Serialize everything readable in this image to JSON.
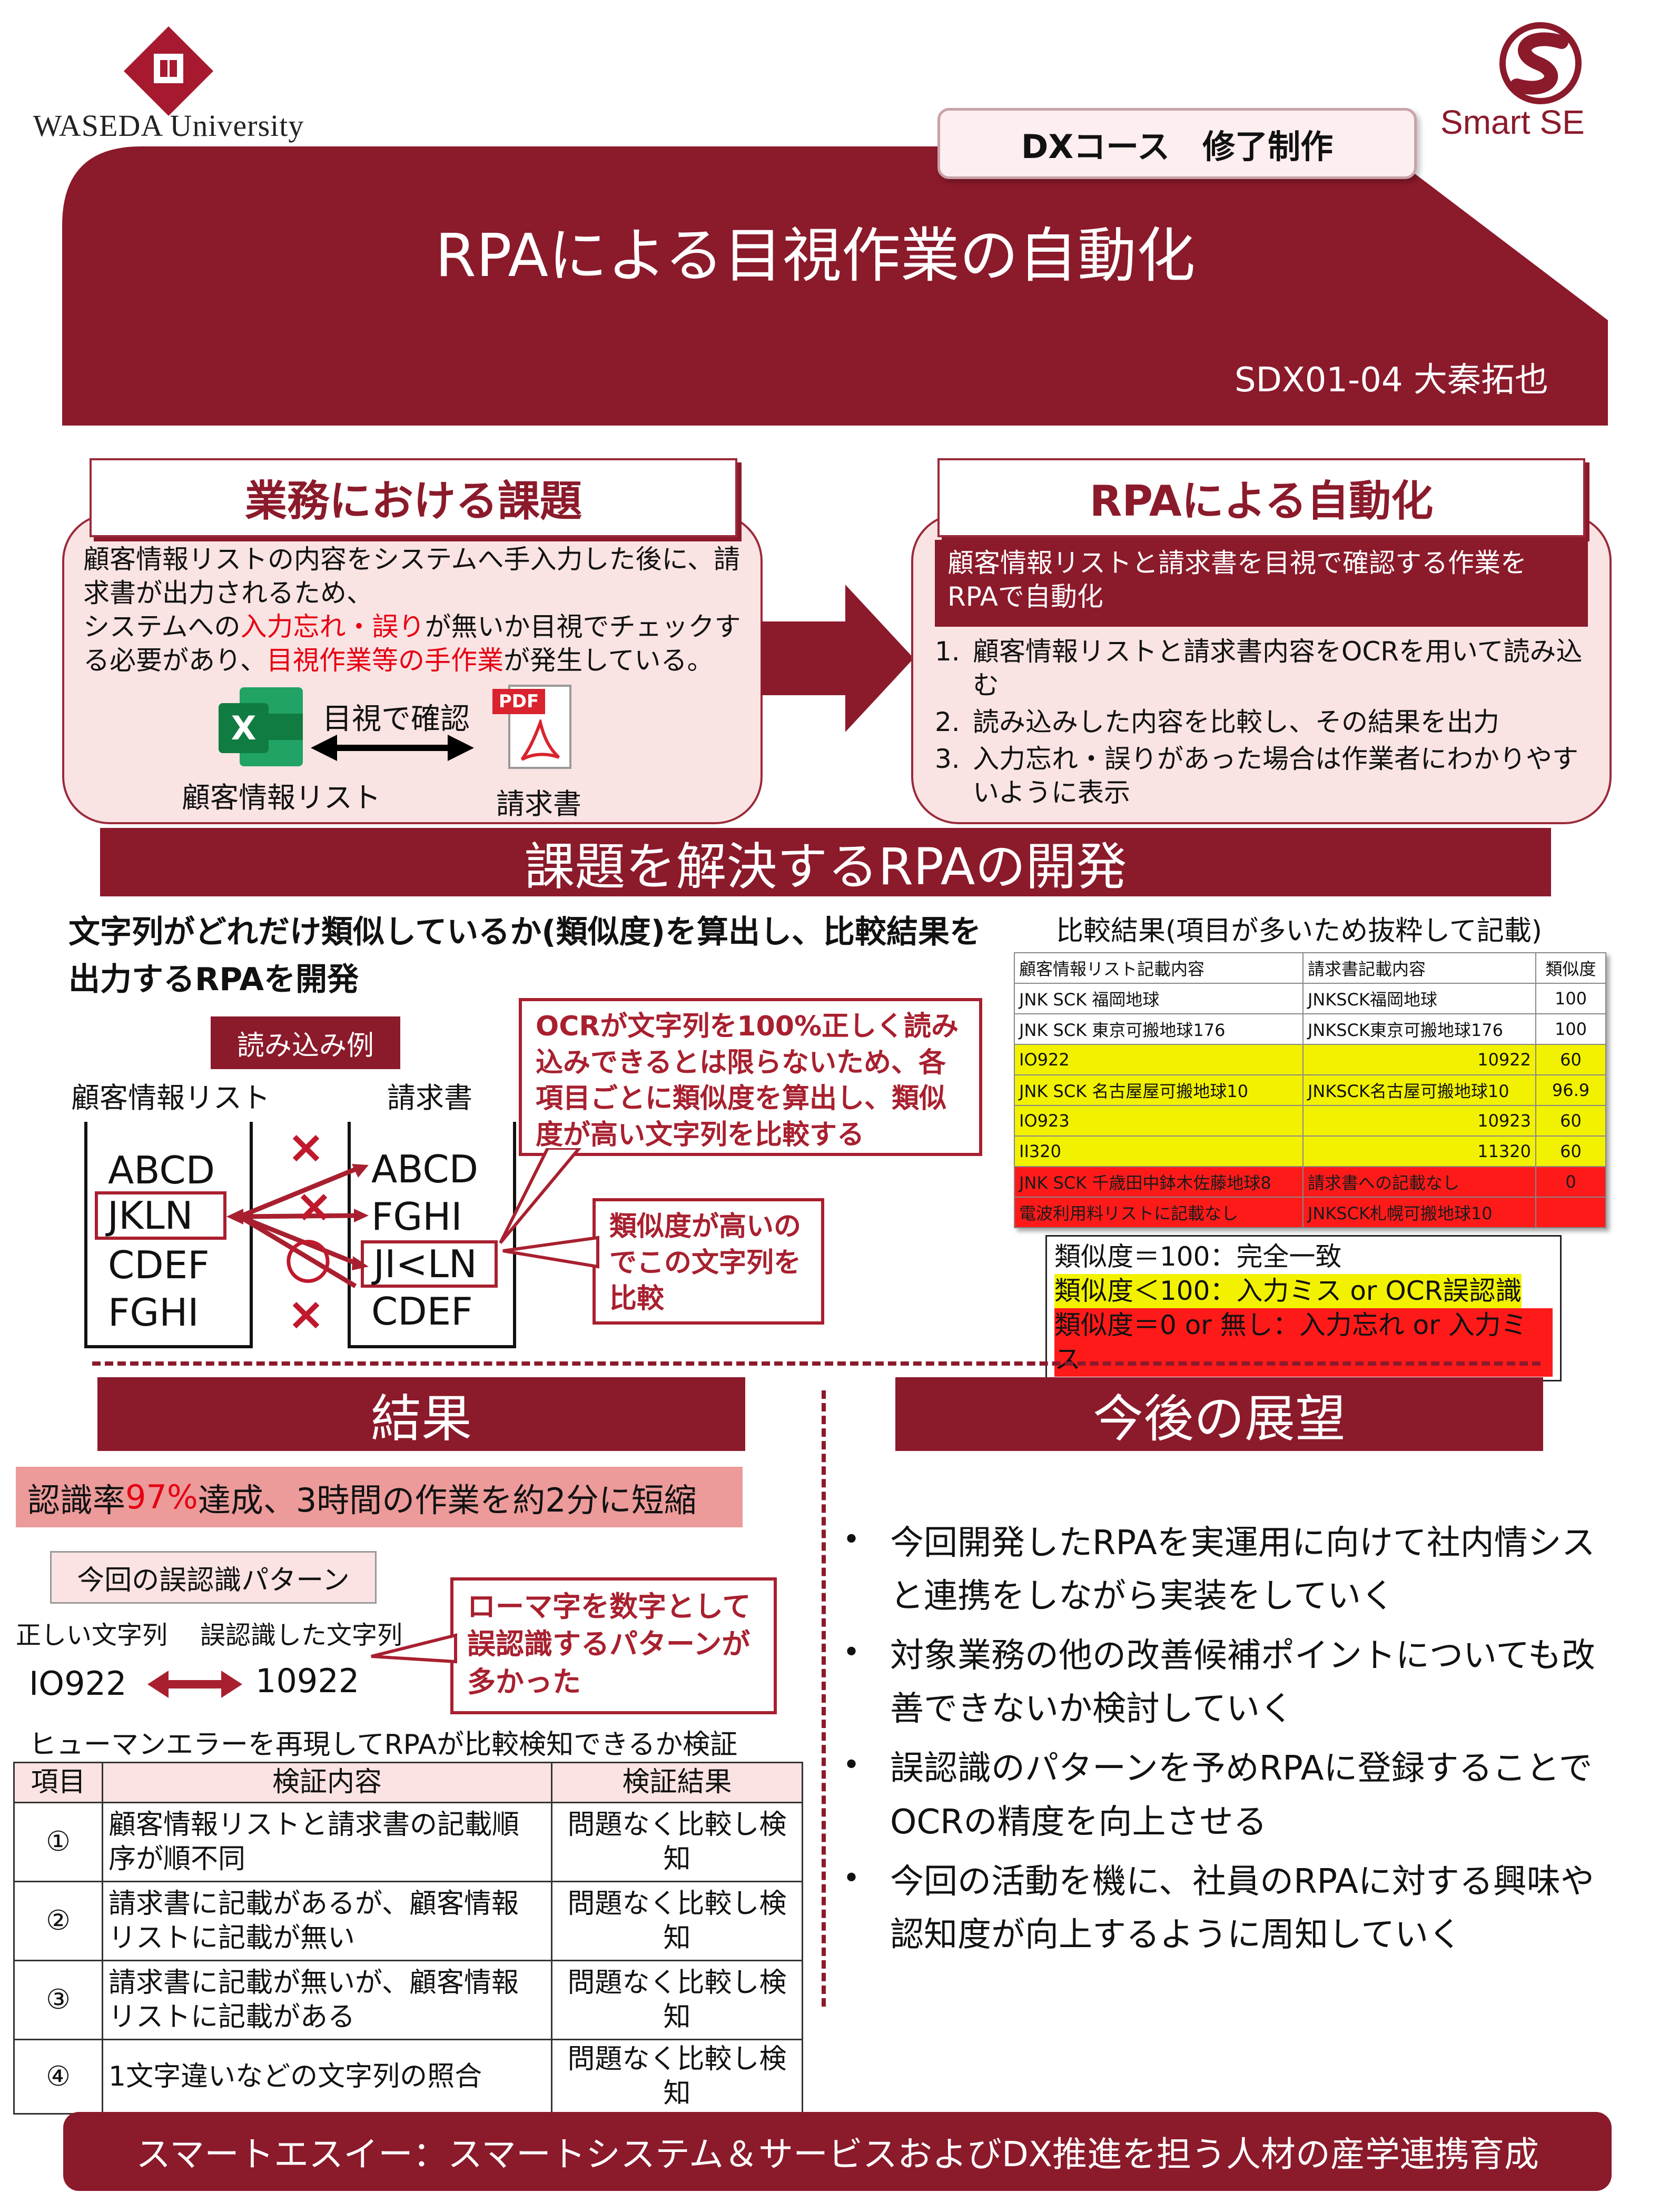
{
  "header": {
    "university": "WASEDA University",
    "brand": "Smart SE",
    "course_tab": "DXコース　修了制作",
    "title": "RPAによる目視作業の自動化",
    "author": "SDX01-04 大秦拓也"
  },
  "problem": {
    "heading": "業務における課題",
    "line1": "顧客情報リストの内容をシステムへ手入力した後に、請求書が出力されるため、",
    "line2_a": "システムへの",
    "line2_red1": "入力忘れ・誤り",
    "line2_b": "が無いか目視でチェックする必要があり、",
    "line2_red2": "目視作業等の手作業",
    "line2_c": "が発生している。",
    "check_label": "目視で確認",
    "excel_label": "顧客情報リスト",
    "pdf_label": "請求書",
    "excel_letter": "X",
    "pdf_tag": "PDF"
  },
  "automation": {
    "heading": "RPAによる自動化",
    "summary": "顧客情報リストと請求書を目視で確認する作業をRPAで自動化",
    "steps": [
      {
        "num": "1.",
        "text": "顧客情報リストと請求書内容をOCRを用いて読み込む"
      },
      {
        "num": "2.",
        "text": "読み込みした内容を比較し、その結果を出力"
      },
      {
        "num": "3.",
        "text": "入力忘れ・誤りがあった場合は作業者にわかりやすいように表示"
      }
    ]
  },
  "development": {
    "heading": "課題を解決するRPAの開発",
    "intro": "文字列がどれだけ類似しているか(類似度)を算出し、比較結果を出力するRPAを開発",
    "example_label": "読み込み例",
    "left_col_title": "顧客情報リスト",
    "right_col_title": "請求書",
    "left_items": [
      "ABCD",
      "JKLN",
      "CDEF",
      "FGHI"
    ],
    "right_items": [
      "ABCD",
      "FGHI",
      "JI<LN",
      "CDEF"
    ],
    "cross": "×",
    "circle": "〇",
    "callout1": "OCRが文字列を100%正しく読み込みできるとは限らないため、各項目ごとに類似度を算出し、類似度が高い文字列を比較する",
    "callout2": "類似度が高いのでこの文字列を比較"
  },
  "comparison": {
    "caption": "比較結果(項目が多いため抜粋して記載)",
    "headers": [
      "顧客情報リスト記載内容",
      "請求書記載内容",
      "類似度"
    ],
    "rows": [
      {
        "a": "JNK SCK 福岡地球",
        "b": "JNKSCK福岡地球",
        "s": "100",
        "color": "white",
        "b_num": false
      },
      {
        "a": "JNK SCK 東京可搬地球176",
        "b": "JNKSCK東京可搬地球176",
        "s": "100",
        "color": "white",
        "b_num": false
      },
      {
        "a": "IO922",
        "b": "10922",
        "s": "60",
        "color": "yellow",
        "b_num": true
      },
      {
        "a": "JNK SCK 名古屋屋可搬地球10",
        "b": "JNKSCK名古屋可搬地球10",
        "s": "96.9",
        "color": "yellow",
        "b_num": false
      },
      {
        "a": "IO923",
        "b": "10923",
        "s": "60",
        "color": "yellow",
        "b_num": true
      },
      {
        "a": "II320",
        "b": "11320",
        "s": "60",
        "color": "yellow",
        "b_num": true
      },
      {
        "a": "JNK SCK 千歳田中鉢木佐藤地球8",
        "b": "請求書への記載なし",
        "s": "0",
        "color": "red",
        "b_num": false
      },
      {
        "a": "電波利用料リストに記載なし",
        "b": "JNKSCK札幌可搬地球10",
        "s": "",
        "color": "red",
        "b_num": false
      }
    ],
    "legend": [
      "類似度＝100：完全一致",
      "類似度＜100：入力ミス or OCR誤認識",
      "類似度＝0 or 無し：入力忘れ or 入力ミス"
    ]
  },
  "result": {
    "heading": "結果",
    "banner_a": "認識率",
    "banner_pct": "97%",
    "banner_b": "達成、3時間の作業を約2分に短縮",
    "pattern_label": "今回の誤認識パターン",
    "correct_label": "正しい文字列",
    "wrong_label": "誤認識した文字列",
    "correct_value": "IO922",
    "wrong_value": "10922",
    "pattern_callout": "ローマ字を数字として誤認識するパターンが多かった",
    "verify_caption": "ヒューマンエラーを再現してRPAが比較検知できるか検証",
    "verify_headers": [
      "項目",
      "検証内容",
      "検証結果"
    ],
    "verify_rows": [
      {
        "no": "①",
        "content": "顧客情報リストと請求書の記載順序が順不同",
        "result": "問題なく比較し検知"
      },
      {
        "no": "②",
        "content": "請求書に記載があるが、顧客情報リストに記載が無い",
        "result": "問題なく比較し検知"
      },
      {
        "no": "③",
        "content": "請求書に記載が無いが、顧客情報リストに記載がある",
        "result": "問題なく比較し検知"
      },
      {
        "no": "④",
        "content": "1文字違いなどの文字列の照合",
        "result": "問題なく比較し検知"
      }
    ]
  },
  "outlook": {
    "heading": "今後の展望",
    "items": [
      "今回開発したRPAを実運用に向けて社内情シスと連携をしながら実装をしていく",
      "対象業務の他の改善候補ポイントについても改善できないか検討していく",
      "誤認識のパターンを予めRPAに登録することでOCRの精度を向上させる",
      "今回の活動を機に、社員のRPAに対する興味や認知度が向上するように周知していく"
    ]
  },
  "footer": "スマートエスイー：スマートシステム＆サービスおよびDX推進を担う人材の産学連携育成",
  "colors": {
    "accent": "#8b1a2b",
    "panel": "#fae3e3",
    "highlight_red": "#e60012",
    "yellow": "#f2f200"
  }
}
